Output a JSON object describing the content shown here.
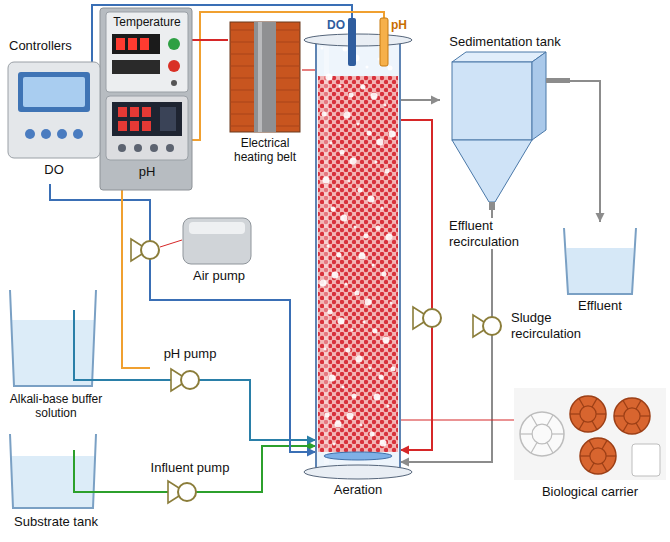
{
  "diagram": {
    "nodes": [
      {
        "text": [
          "Controllers"
        ]
      },
      {
        "text": [
          "DO"
        ],
        "in": 0
      },
      {
        "text": [
          "pH"
        ],
        "in": 0
      },
      {
        "text": [
          "Temperature"
        ],
        "in": 0
      },
      {
        "text": [
          "Aeration"
        ]
      },
      {
        "text": [
          "DO"
        ],
        "in": 4
      },
      {
        "text": [
          "pH"
        ],
        "in": 4
      },
      {
        "text": [
          "Electrical heating belt"
        ]
      },
      {
        "text": [
          "Sedimentation tank"
        ]
      },
      {
        "text": [
          "Effluent"
        ]
      },
      {
        "text": [
          "Air pump"
        ]
      },
      {
        "text": [
          "pH pump"
        ]
      },
      {
        "text": [
          "Alkali-base buffer solution"
        ]
      },
      {
        "text": [
          "Influent pump"
        ]
      },
      {
        "text": [
          "Substrate tank"
        ]
      },
      {
        "text": [
          "Biological carrier"
        ]
      },
      {
        "text": [
          "Effluent recirculation"
        ]
      },
      {
        "text": [
          "Sludge recirculation"
        ]
      }
    ],
    "edges": [
      {
        "from": 14,
        "to": 13,
        "arrow": "none"
      },
      {
        "from": 13,
        "to": 4,
        "arrow": "to"
      },
      {
        "from": 12,
        "to": 11,
        "arrow": "none"
      },
      {
        "from": 11,
        "to": 4,
        "arrow": "to"
      },
      {
        "from": 1,
        "to": 10,
        "arrow": "none"
      },
      {
        "from": 10,
        "to": 4,
        "arrow": "to"
      },
      {
        "from": 5,
        "to": 1,
        "arrow": "none"
      },
      {
        "from": 6,
        "to": 2,
        "arrow": "none"
      },
      {
        "from": 2,
        "to": 11,
        "arrow": "none"
      },
      {
        "from": 3,
        "to": 7,
        "arrow": "none"
      },
      {
        "from": 7,
        "to": 4,
        "arrow": "none"
      },
      {
        "from": 4,
        "to": 8,
        "arrow": "to"
      },
      {
        "from": 8,
        "to": 9,
        "arrow": "to"
      },
      {
        "from": 8,
        "to": 17,
        "arrow": "none"
      },
      {
        "from": 17,
        "to": 4,
        "arrow": "to"
      },
      {
        "from": 4,
        "to": 16,
        "arrow": "none"
      },
      {
        "from": 16,
        "to": 4,
        "arrow": "to"
      },
      {
        "from": 4,
        "to": 15,
        "arrow": "none"
      }
    ]
  }
}
